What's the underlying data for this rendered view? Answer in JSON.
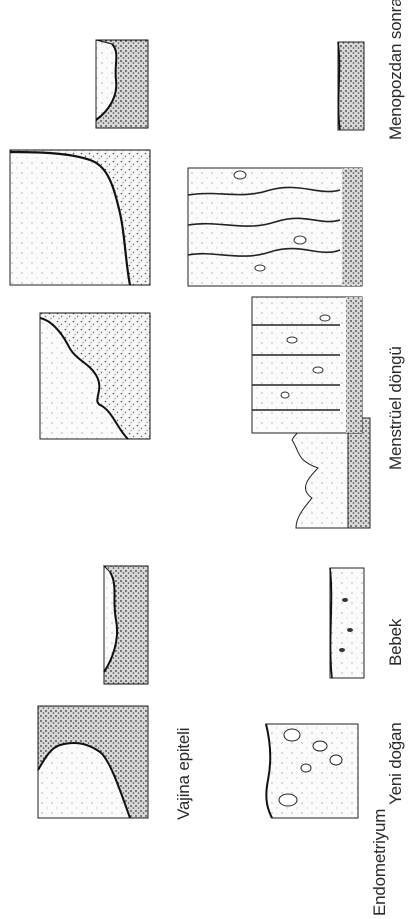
{
  "labels": {
    "vagina_epithelium": "Vajina epiteli",
    "endometrium": "Endometriyum",
    "newborn": "Yeni doğan",
    "infant": "Bebek",
    "menstrual_cycle": "Menstrüel döngü",
    "postmenopause": "Menopozdan sonra"
  },
  "colors": {
    "ink": "#1e1e1e",
    "paper": "#ffffff",
    "tissue": "#f4f4f4"
  }
}
